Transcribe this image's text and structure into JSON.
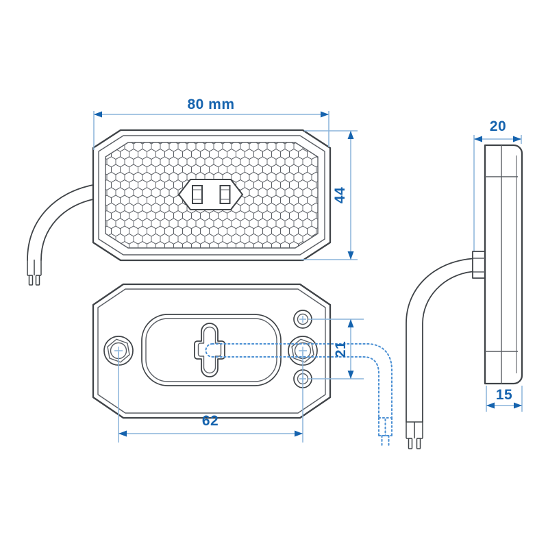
{
  "dimensions": {
    "width": "80 mm",
    "height": "44",
    "depth": "20",
    "mount_hole_spacing": "62",
    "side_hole_pitch": "21",
    "lens_depth": "15"
  },
  "colors": {
    "background": "#ffffff",
    "line_dark": "#3f4347",
    "line_mid": "#5a5e64",
    "dim_line": "#8ab4da",
    "dim_accent": "#1563ae",
    "dotted_blue": "#4a8fd3"
  }
}
